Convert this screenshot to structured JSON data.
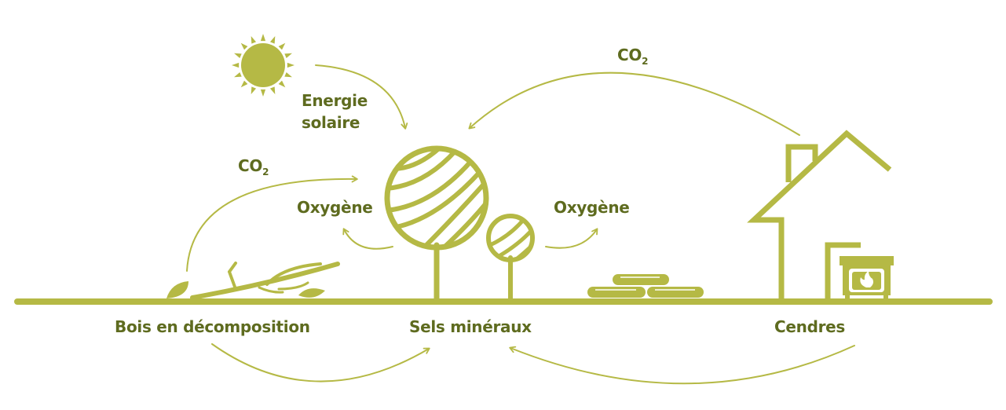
{
  "colors": {
    "accent": "#b5b945",
    "text": "#5e6b1f"
  },
  "labels": {
    "energie_line1": "Energie",
    "energie_line2": "solaire",
    "co2_main": "CO",
    "co2_sub": "2",
    "oxygene": "Oxygène",
    "bois": "Bois en décomposition",
    "sels": "Sels minéraux",
    "cendres": "Cendres"
  },
  "icons": [
    "sun-icon",
    "tree-icon",
    "small-tree-icon",
    "branch-icon",
    "leaf-icon",
    "log-pile-icon",
    "house-icon",
    "stove-icon",
    "flame-icon"
  ]
}
